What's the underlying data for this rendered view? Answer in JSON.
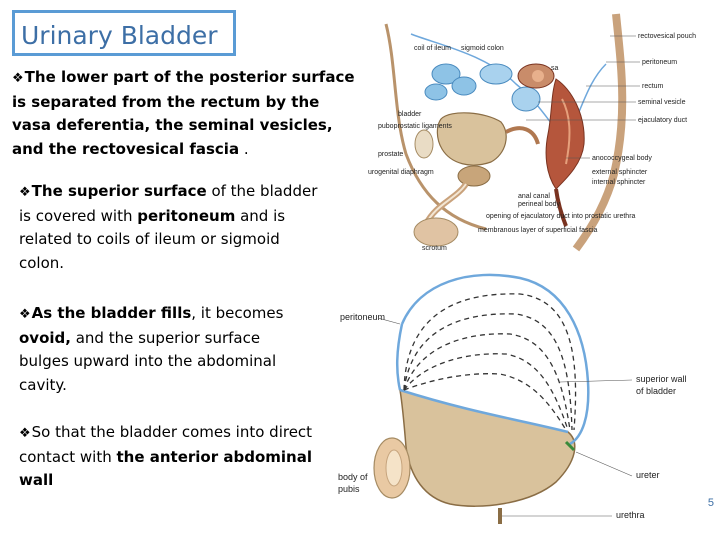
{
  "title": "Urinary Bladder",
  "bullets": [
    {
      "parts": [
        {
          "t": "The lower part of the posterior surface is separated from ",
          "b": true
        },
        {
          "t": "the rectum",
          "b": true
        },
        {
          "t": " by the vasa deferentia, the seminal vesicles, and the rectovesical fascia",
          "b": true
        },
        {
          "t": " .",
          "b": false
        }
      ]
    },
    {
      "parts": [
        {
          "t": "The superior surface",
          "b": true
        },
        {
          "t": " of the bladder is covered with ",
          "b": false
        },
        {
          "t": "peritoneum",
          "b": true
        },
        {
          "t": " and is related to coils of ileum or sigmoid colon.",
          "b": false
        }
      ]
    },
    {
      "parts": [
        {
          "t": "As the bladder fills",
          "b": true
        },
        {
          "t": ", it becomes ",
          "b": false
        },
        {
          "t": "ovoid,",
          "b": true
        },
        {
          "t": " and the superior surface bulges upward into the abdominal cavity.",
          "b": false
        }
      ]
    },
    {
      "parts": [
        {
          "t": "So that the bladder comes into direct contact with ",
          "b": false
        },
        {
          "t": "the anterior abdominal wall",
          "b": true
        }
      ]
    }
  ],
  "bullet_symbol": "❖",
  "sagittal_labels": {
    "coil_of_ileum": "coil of ileum",
    "sigmoid_colon": "sigmoid colon",
    "rectovesical_pouch": "rectovesical pouch",
    "peritoneum": "peritoneum",
    "rectum": "rectum",
    "seminal_vesicle": "seminal vesicle",
    "ejaculatory_duct": "ejaculatory duct",
    "bladder": "bladder",
    "puboprostatic_ligaments": "puboprostatic ligaments",
    "prostate": "prostate",
    "urogenital_diaphragm": "urogenital diaphragm",
    "anococcygeal_body": "anococcygeal body",
    "external_sphincter": "external sphincter",
    "internal_sphincter": "internal sphincter",
    "anal_canal": "anal canal",
    "perineal_body": "perineal body",
    "opening_of_ejaculatory_duct": "opening of ejaculatory duct into prostatic urethra",
    "membranous_layer": "membranous layer of superficial fascia",
    "scrotum": "scrotum",
    "sa": "sa"
  },
  "bladder_labels": {
    "peritoneum": "peritoneum",
    "superior_wall": "superior wall of bladder",
    "body_of_pubis": "body of pubis",
    "ureter": "ureter",
    "urethra": "urethra"
  },
  "page_number": "5",
  "colors": {
    "title_border": "#5a9bd5",
    "title_text": "#3d6fa6",
    "bladder_fill": "#d9c29c",
    "peritoneum_line": "#6fa8dc",
    "intestine_blue": "#8ec3e6"
  }
}
